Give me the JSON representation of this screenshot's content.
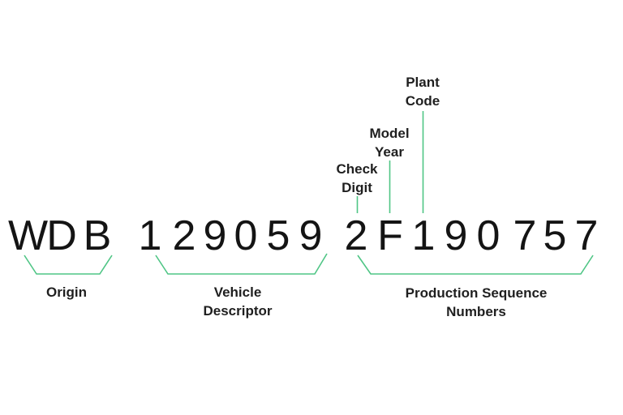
{
  "vin": {
    "full": "WDB1290592F190757",
    "characters": [
      "W",
      "D",
      "B",
      "1",
      "2",
      "9",
      "0",
      "5",
      "9",
      "2",
      "F",
      "1",
      "9",
      "0",
      "7",
      "5",
      "7"
    ]
  },
  "labels": {
    "origin": "Origin",
    "vehicle_descriptor": [
      "Vehicle",
      "Descriptor"
    ],
    "check_digit": [
      "Check",
      "Digit"
    ],
    "model_year": [
      "Model",
      "Year"
    ],
    "plant_code": [
      "Plant",
      "Code"
    ],
    "production_sequence": [
      "Production Sequence",
      "Numbers"
    ]
  },
  "colors": {
    "connector": "#4fc585",
    "text": "#1a1a1a"
  }
}
